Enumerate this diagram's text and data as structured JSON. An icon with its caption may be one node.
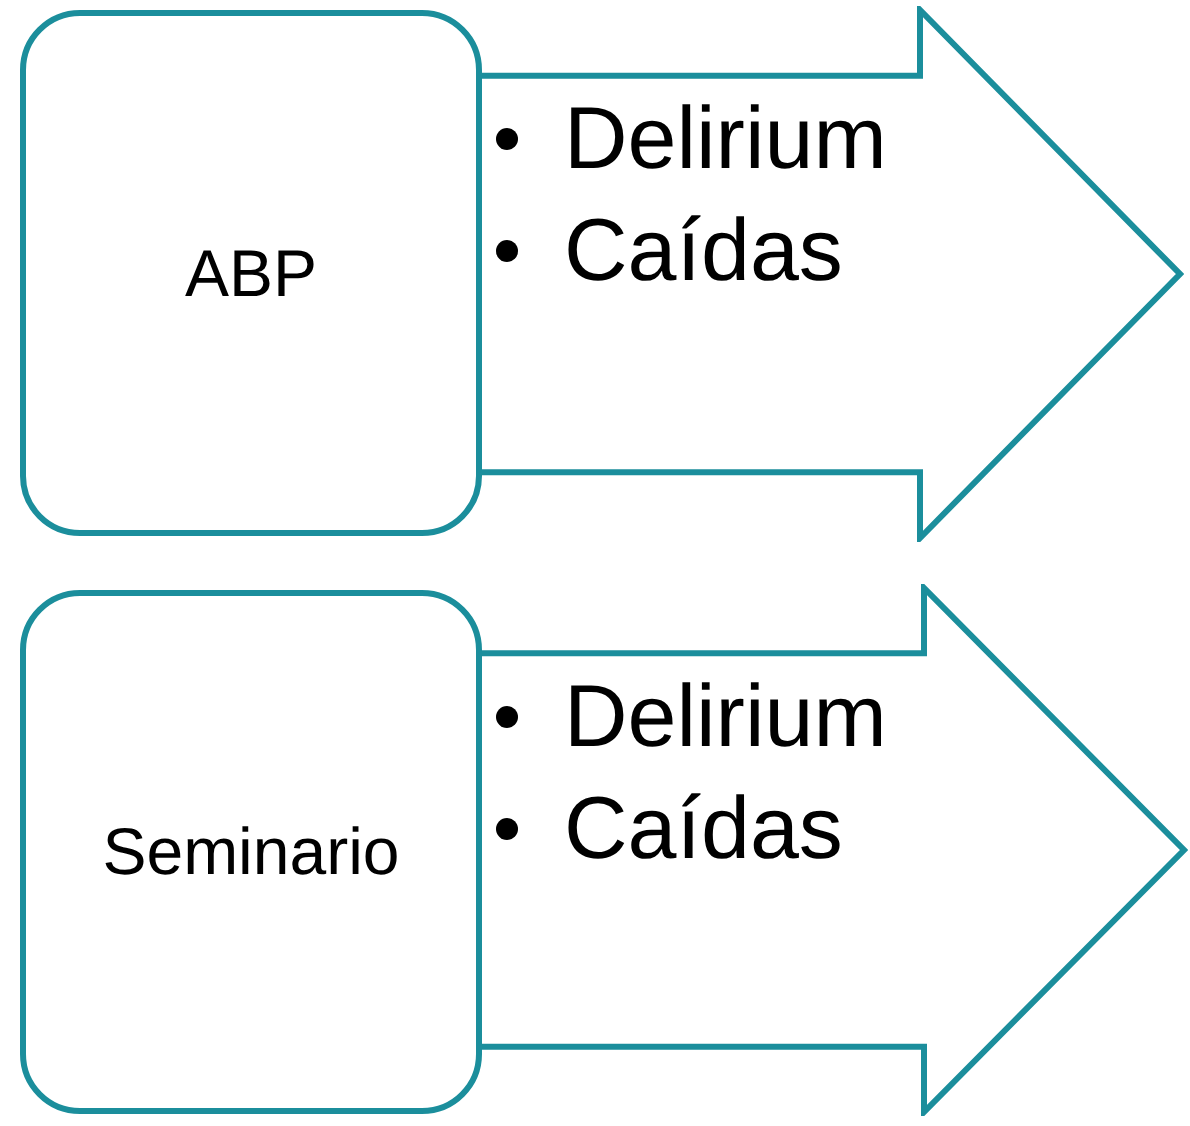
{
  "diagram": {
    "nodes": [
      {
        "text": [
          "ABP"
        ]
      },
      {
        "text": [
          "Delirium",
          "Caídas"
        ]
      },
      {
        "text": [
          "Seminario"
        ]
      },
      {
        "text": [
          "Delirium",
          "Caídas"
        ]
      }
    ]
  }
}
